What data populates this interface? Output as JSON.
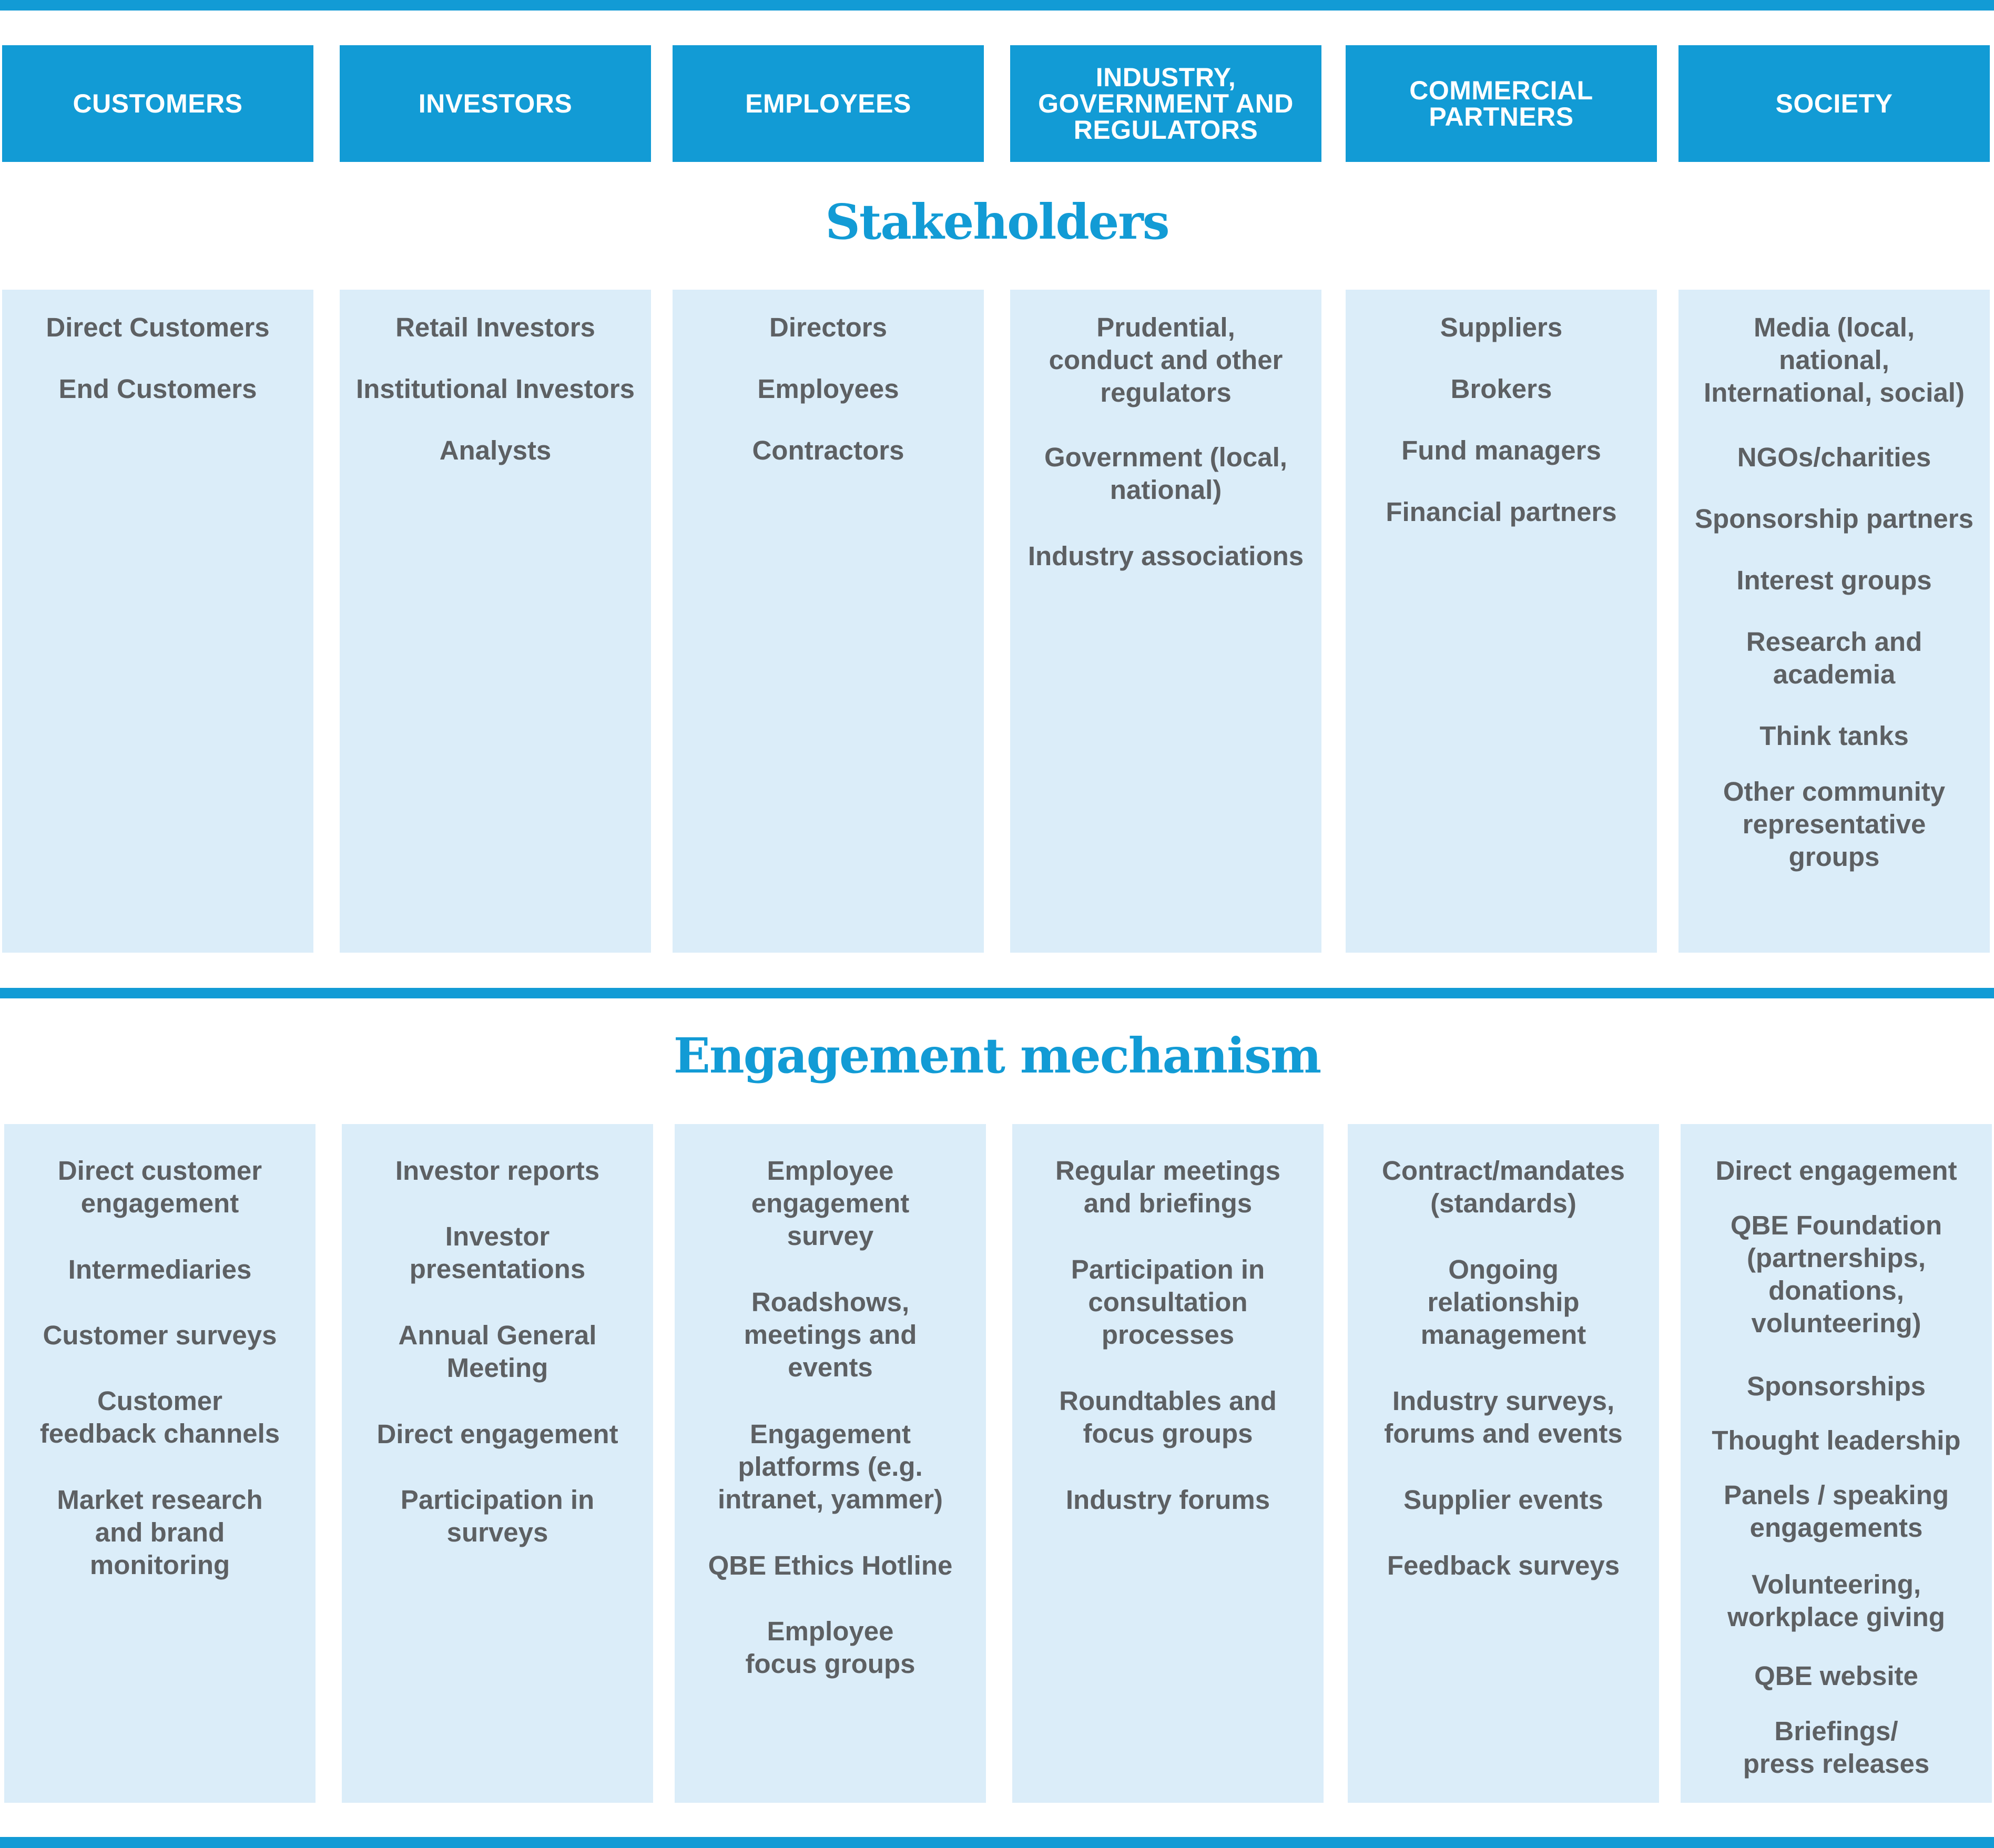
{
  "colors": {
    "accent": "#129bd5",
    "panel": "#dbedf9",
    "text": "#5d6063",
    "header_text": "#ffffff"
  },
  "headers": [
    "CUSTOMERS",
    "INVESTORS",
    "EMPLOYEES",
    "INDUSTRY,\nGOVERNMENT AND\nREGULATORS",
    "COMMERCIAL\nPARTNERS",
    "SOCIETY"
  ],
  "stakeholders_title": "Stakeholders",
  "stakeholders": [
    [
      "Direct Customers",
      "End Customers"
    ],
    [
      "Retail Investors",
      "Institutional Investors",
      "Analysts"
    ],
    [
      "Directors",
      "Employees",
      "Contractors"
    ],
    [
      "Prudential,\nconduct and other\nregulators",
      "Government (local,\nnational)",
      "Industry associations"
    ],
    [
      "Suppliers",
      "Brokers",
      "Fund managers",
      "Financial partners"
    ],
    [
      "Media (local,\nnational,\nInternational, social)",
      "NGOs/charities",
      "Sponsorship partners",
      "Interest groups",
      "Research and\nacademia",
      "Think tanks",
      "Other community\nrepresentative\ngroups"
    ]
  ],
  "engagement_title": "Engagement mechanism",
  "engagement": [
    [
      "Direct customer\nengagement",
      "Intermediaries",
      "Customer surveys",
      "Customer\nfeedback channels",
      "Market research\nand brand\nmonitoring"
    ],
    [
      "Investor reports",
      "Investor\npresentations",
      "Annual General\nMeeting",
      "Direct engagement",
      "Participation in\nsurveys"
    ],
    [
      "Employee\nengagement\nsurvey",
      "Roadshows,\nmeetings and\nevents",
      "Engagement\nplatforms (e.g.\nintranet, yammer)",
      "QBE Ethics Hotline",
      "Employee\nfocus groups"
    ],
    [
      "Regular meetings\nand briefings",
      "Participation in\nconsultation\nprocesses",
      "Roundtables and\nfocus groups",
      "Industry forums"
    ],
    [
      "Contract/mandates\n(standards)",
      "Ongoing\nrelationship\nmanagement",
      "Industry surveys,\nforums and events",
      "Supplier events",
      "Feedback surveys"
    ],
    [
      "Direct engagement",
      "QBE Foundation\n(partnerships,\ndonations,\nvolunteering)",
      "Sponsorships",
      "Thought leadership",
      "Panels / speaking\nengagements",
      "Volunteering,\nworkplace giving",
      "QBE website",
      "Briefings/\npress releases"
    ]
  ]
}
